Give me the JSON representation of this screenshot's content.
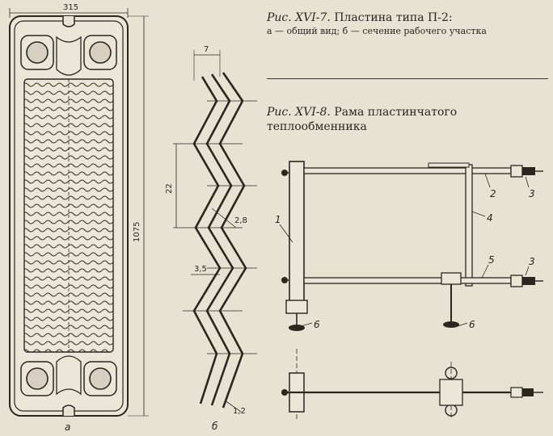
{
  "figure7": {
    "caption_number": "Рис. XVI-7.",
    "caption_title": "Пластина типа П-2:",
    "caption_sub": "а — общий вид; б — сечение рабочего участка"
  },
  "figure8": {
    "caption_number": "Рис. XVI-8.",
    "caption_title": "Рама пластинчатого теплообменника"
  },
  "plate_dimensions": {
    "width": "315",
    "height": "1075",
    "label": "а"
  },
  "section_dimensions": {
    "pitch": "7",
    "wave_step": "22",
    "thickness_28": "2,8",
    "depth": "3,5",
    "thickness_12": "1,2",
    "label": "б"
  },
  "frame_callouts": {
    "c1": "1",
    "c2": "2",
    "c3a": "3",
    "c3b": "3",
    "c4": "4",
    "c5": "5",
    "c6a": "6",
    "c6b": "6"
  }
}
